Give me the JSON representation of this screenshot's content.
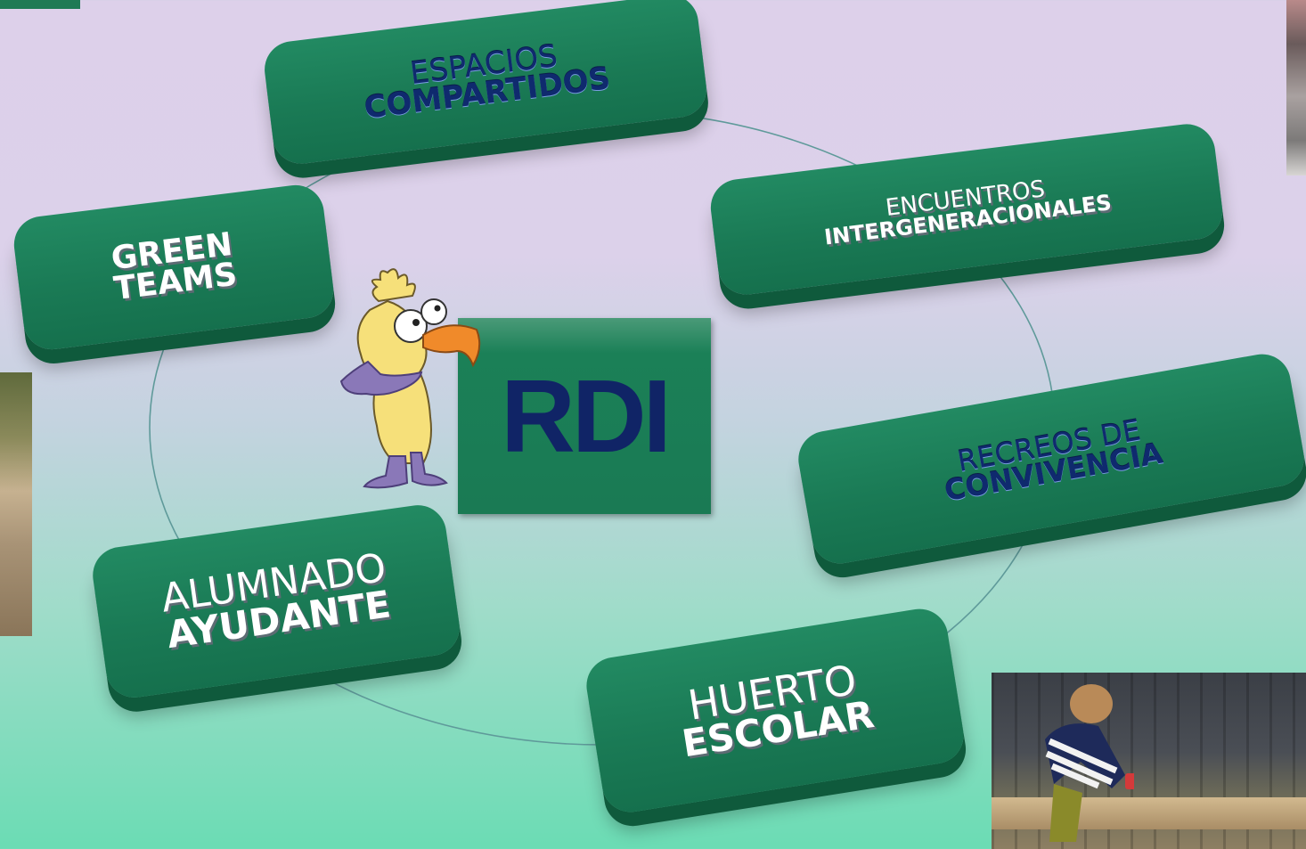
{
  "center": {
    "label": "RDI"
  },
  "nodes": [
    {
      "id": "espacios",
      "line1": "ESPACIOS",
      "line2": "COMPARTIDOS",
      "style": "navy"
    },
    {
      "id": "encuentros",
      "line1": "ENCUENTROS",
      "line2": "INTERGENERACIONALES",
      "style": "white"
    },
    {
      "id": "recreos",
      "line1": "RECREOS DE",
      "line2": "CONVIVENCIA",
      "style": "navy"
    },
    {
      "id": "huerto",
      "line1": "HUERTO",
      "line2": "ESCOLAR",
      "style": "white"
    },
    {
      "id": "alumnado",
      "line1": "ALUMNADO",
      "line2": "AYUDANTE",
      "style": "white"
    },
    {
      "id": "green",
      "line1": "GREEN",
      "line2": "TEAMS",
      "style": "white"
    }
  ],
  "colors": {
    "pill": "#1a7a55",
    "pill_dark": "#0f5a3c",
    "navy": "#0f2a6e",
    "ring": "#5f9a9a",
    "center": "#1a7a54"
  }
}
